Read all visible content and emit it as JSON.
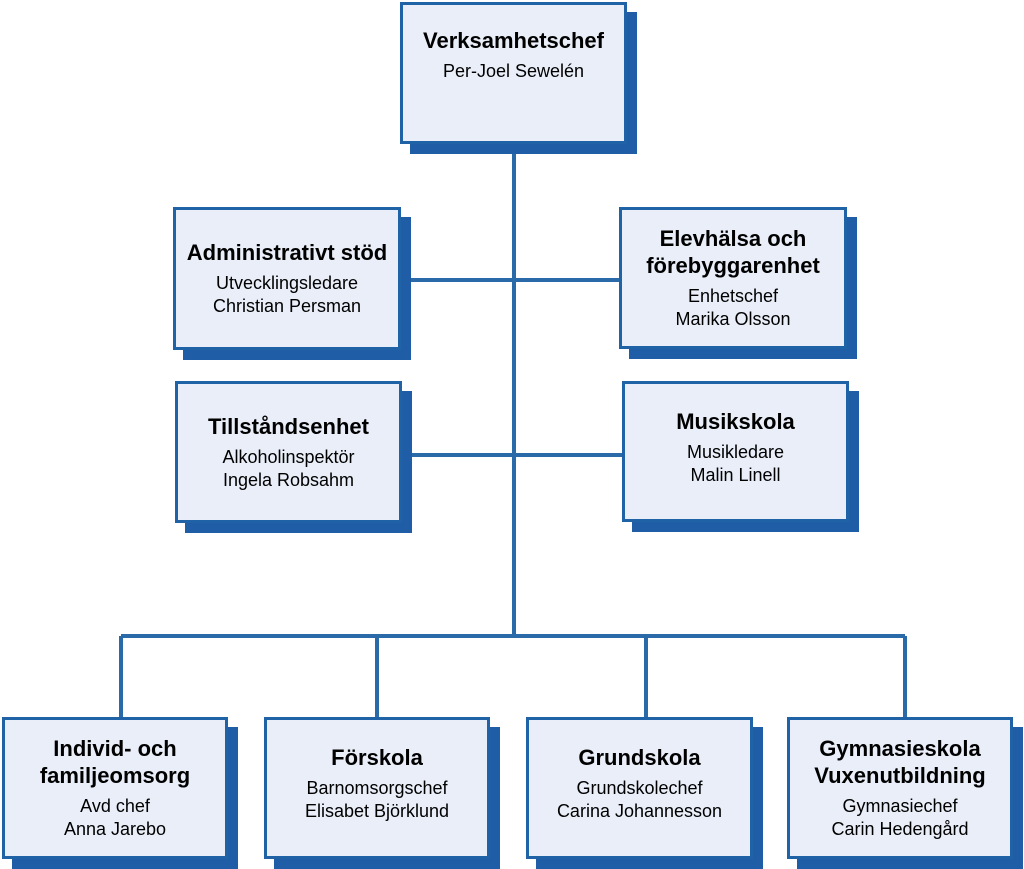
{
  "org": {
    "top": {
      "title": "Verksamhetschef",
      "person": "Per-Joel Sewelén"
    },
    "admin": {
      "title": "Administrativt stöd",
      "role": "Utvecklingsledare",
      "person": "Christian Persman"
    },
    "elev": {
      "title": "Elevhälsa och förebyggarenhet",
      "role": "Enhetschef",
      "person": "Marika Olsson"
    },
    "till": {
      "title": "Tillståndsenhet",
      "role": "Alkoholinspektör",
      "person": "Ingela Robsahm"
    },
    "musik": {
      "title": "Musikskola",
      "role": "Musikledare",
      "person": "Malin Linell"
    },
    "individ": {
      "title": "Individ- och familjeomsorg",
      "role": "Avd chef",
      "person": "Anna Jarebo"
    },
    "forskola": {
      "title": "Förskola",
      "role": "Barnomsorgschef",
      "person": "Elisabet Björklund"
    },
    "grund": {
      "title": "Grundskola",
      "role": "Grundskolechef",
      "person": "Carina Johannesson"
    },
    "gymn": {
      "title": "Gymnasieskola Vuxenutbildning",
      "role": "Gymnasiechef",
      "person": "Carin Hedengård"
    }
  },
  "colors": {
    "border": "#1f63a6",
    "shadow": "#1f5ea6",
    "fill": "#e9eef8",
    "connector": "#2a6aa8"
  }
}
